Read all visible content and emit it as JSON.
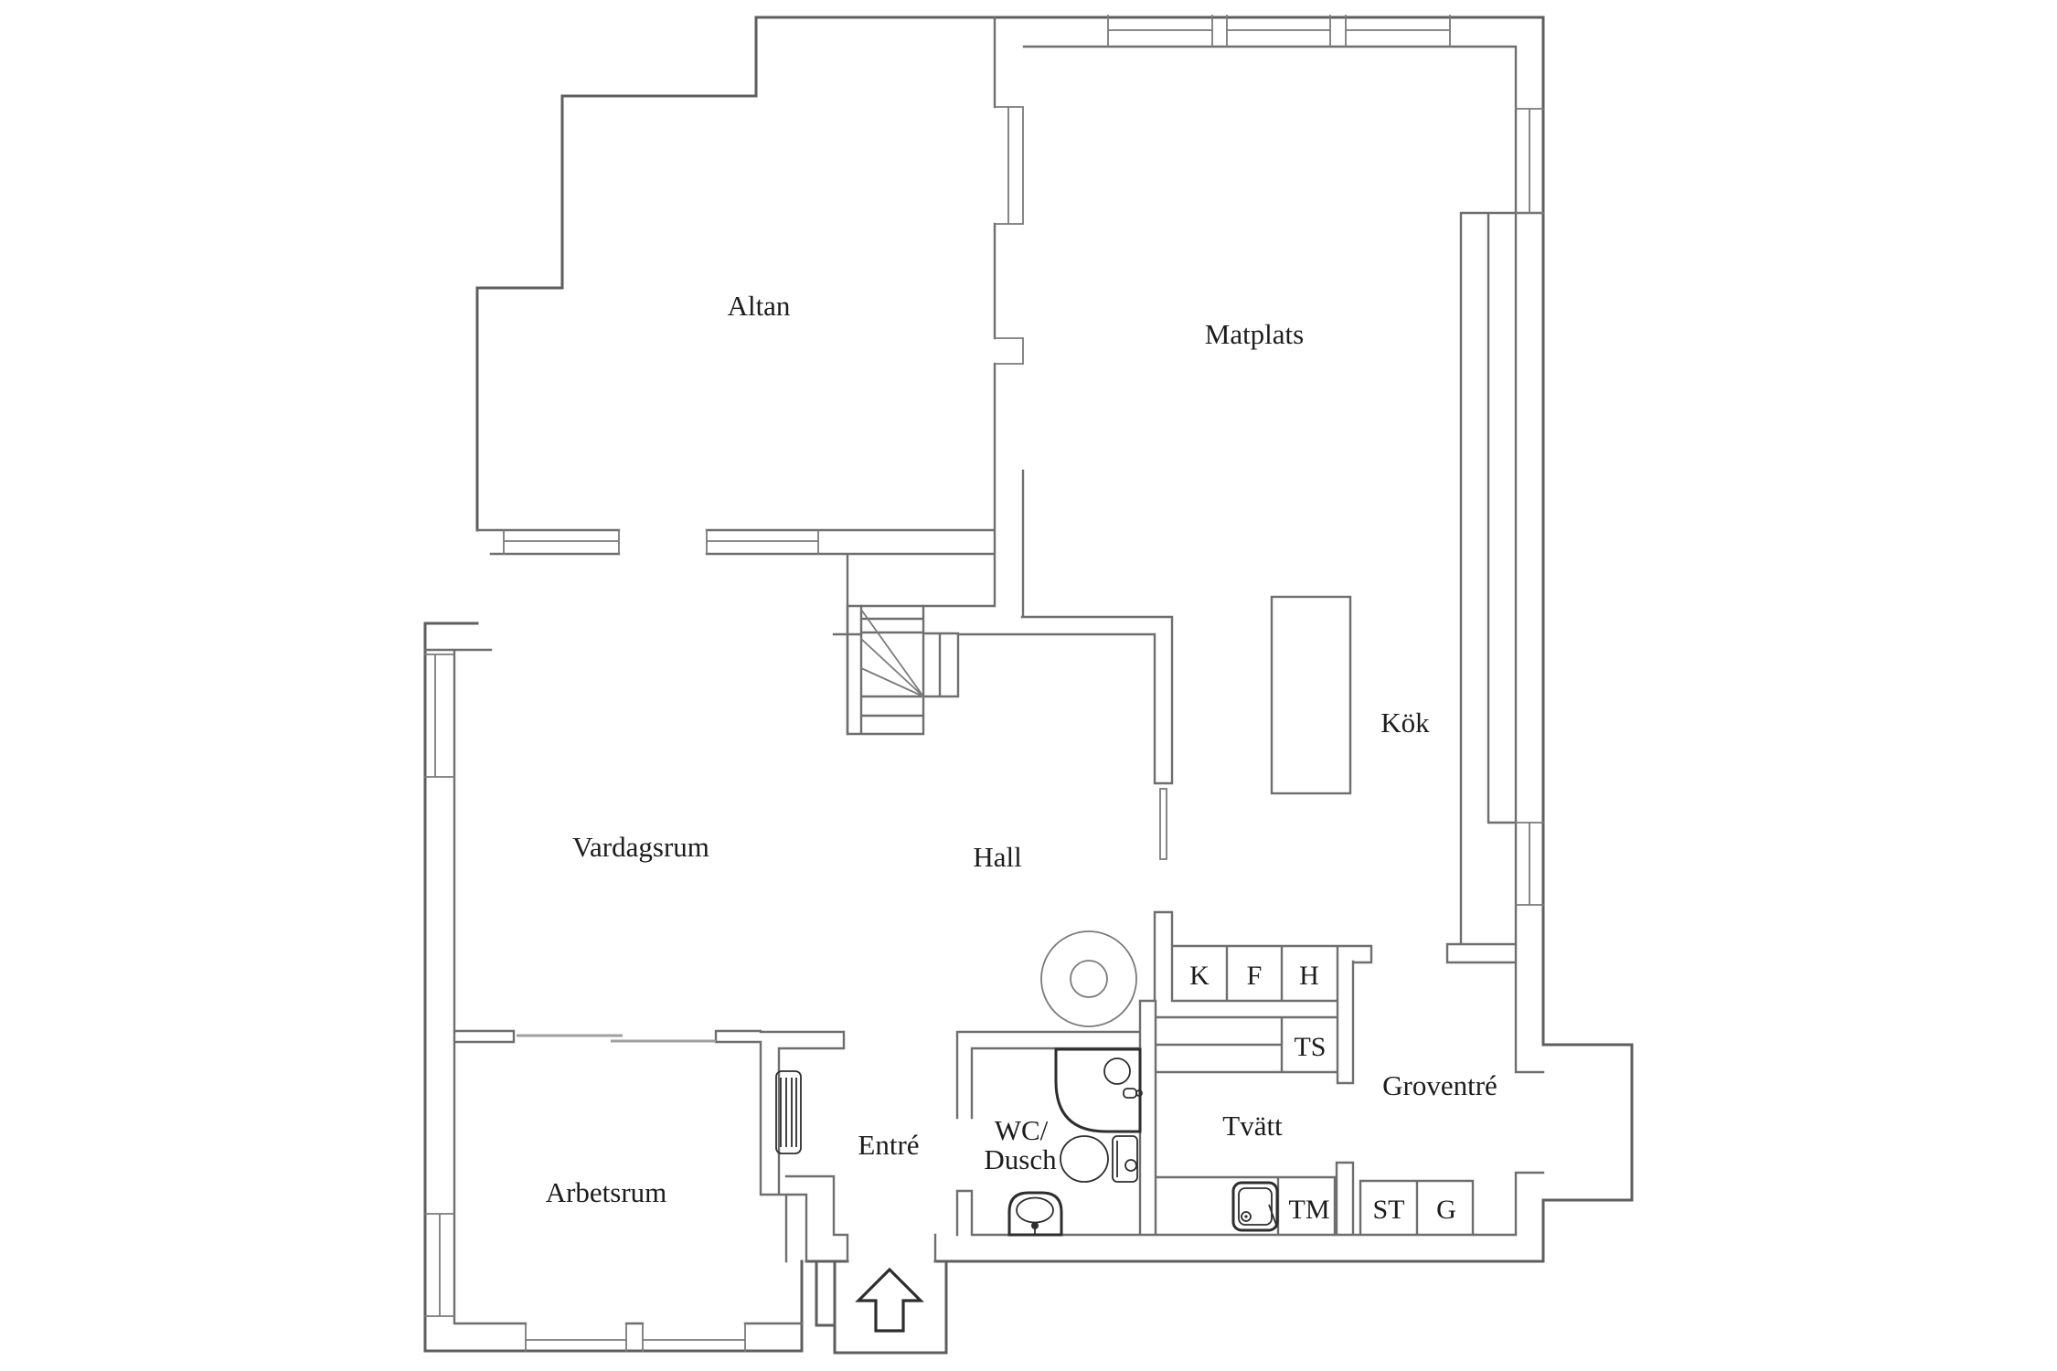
{
  "page": {
    "background": "#ffffff"
  },
  "palette": {
    "wall_line": "#6e6e6e",
    "outer_line": "#5e5e5e",
    "thin_line": "#7a7a7a",
    "fixture_line": "#2e2e2e",
    "sliding_door_line": "#9f9f9f",
    "text_color": "#1c1c1c"
  },
  "rooms": {
    "altan": {
      "label": "Altan"
    },
    "matplats": {
      "label": "Matplats"
    },
    "vardagsrum": {
      "label": "Vardagsrum"
    },
    "hall": {
      "label": "Hall"
    },
    "kok": {
      "label": "Kök"
    },
    "arbetsrum": {
      "label": "Arbetsrum"
    },
    "entre": {
      "label": "Entré"
    },
    "wc_line1": {
      "label": "WC/"
    },
    "wc_line2": {
      "label": "Dusch"
    },
    "tvatt": {
      "label": "Tvätt"
    },
    "groventre": {
      "label": "Groventré"
    }
  },
  "closets": {
    "k": "K",
    "f": "F",
    "h": "H",
    "ts": "TS",
    "tm": "TM",
    "st": "ST",
    "g": "G"
  }
}
